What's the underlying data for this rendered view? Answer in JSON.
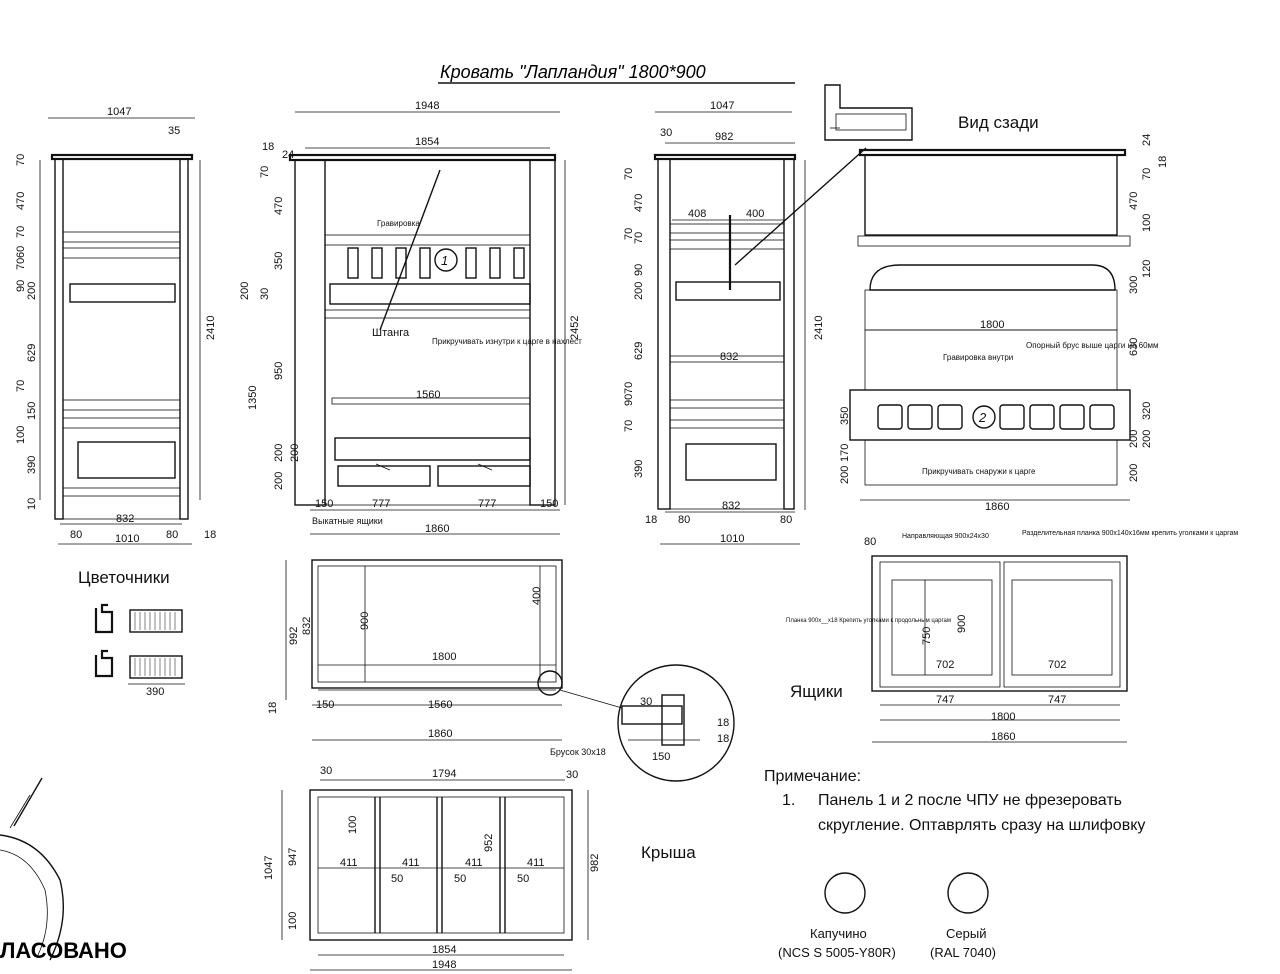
{
  "title": "Кровать \"Лапландия\" 1800*900",
  "labels": {
    "rear_view": "Вид сзади",
    "planters": "Цветочники",
    "drawers": "Ящики",
    "roof": "Крыша",
    "engraving": "Гравировка",
    "engraving_inside": "Гравировка внутри",
    "rod": "Штанга",
    "fasten_inside": "Прикручивать изнутри к царге в нахлест",
    "fasten_outside": "Прикручивать снаружи к царге",
    "pullout_drawers": "Выкатные ящики",
    "support_beam": "Опорный брус выше царги на 60мм",
    "guide": "Направляющая 900х24х30",
    "divider": "Разделительная планка 900х140х16мм крепить уголками к царгам",
    "plank": "Планка 900х__х18 Крепить уголками к продольным царгам",
    "bar": "Брусок 30х18",
    "note_header": "Примечание:",
    "note_num": "1.",
    "note_line1": "Панель 1 и 2 после ЧПУ не фрезеровать",
    "note_line2": "скругление. Оптаврлять сразу на шлифовку",
    "stamp": "ЛАСОВАНО",
    "panel_1": "1",
    "panel_2": "2"
  },
  "swatches": [
    {
      "name": "Капучино",
      "code": "(NCS S 5005-Y80R)",
      "color": "#ffffff"
    },
    {
      "name": "Серый",
      "code": "(RAL 7040)",
      "color": "#ffffff"
    }
  ],
  "dims": {
    "v1": {
      "top": "1047",
      "top_off": "35",
      "height": "2410",
      "bottom": "832",
      "left_off": "80",
      "right_off": "80",
      "base": "1010",
      "edge": "18",
      "foot": "10",
      "side": [
        "70",
        "470",
        "70",
        "60",
        "70",
        "90",
        "200",
        "629",
        "70",
        "150",
        "100",
        "390"
      ]
    },
    "v2": {
      "top": "1948",
      "inner": "1854",
      "height": "2452",
      "left_top": "18",
      "left_top2": "24",
      "h1350": "1350",
      "h200": "200",
      "h30": "30",
      "side": [
        "70",
        "470",
        "350",
        "950",
        "200",
        "200",
        "200"
      ],
      "mid": "1560",
      "d1": "777",
      "d2": "777",
      "s1": "150",
      "s2": "150",
      "base": "1860"
    },
    "v3": {
      "top": "1047",
      "top_off": "30",
      "inner": "982",
      "w408": "408",
      "w400": "400",
      "w832": "832",
      "height": "2410",
      "side": [
        "70",
        "470",
        "70",
        "70",
        "90",
        "200",
        "629",
        "70",
        "90",
        "70",
        "390"
      ],
      "bottom": "832",
      "left_off": "18",
      "l80": "80",
      "r80": "80",
      "base": "1010"
    },
    "v4": {
      "inner": "1800",
      "base": "1860",
      "right": [
        "24",
        "70",
        "18",
        "470",
        "100",
        "120",
        "300",
        "630",
        "320",
        "200",
        "200",
        "200"
      ],
      "left": [
        "350",
        "170",
        "200"
      ]
    },
    "plan": {
      "w1800": "1800",
      "w1560": "1560",
      "w1860": "1860",
      "s150": "150",
      "h992": "992",
      "h832": "832",
      "h900": "900",
      "h400": "400",
      "h18": "18",
      "d30a": "30",
      "d18a": "18",
      "d18b": "18",
      "d150": "150"
    },
    "drawer": {
      "w80": "80",
      "w747a": "747",
      "w747b": "747",
      "w702a": "702",
      "w702b": "702",
      "w1800": "1800",
      "w1860": "1860",
      "h750": "750",
      "h900": "900"
    },
    "roof": {
      "w1794": "1794",
      "w30a": "30",
      "w30b": "30",
      "w1854": "1854",
      "w1948": "1948",
      "h1047": "1047",
      "h947": "947",
      "h100a": "100",
      "h100b": "100",
      "h952": "952",
      "h982": "982",
      "cells": [
        "411",
        "411",
        "411",
        "411"
      ],
      "b50": [
        "50",
        "50",
        "50"
      ]
    },
    "planter": {
      "w390": "390"
    }
  }
}
